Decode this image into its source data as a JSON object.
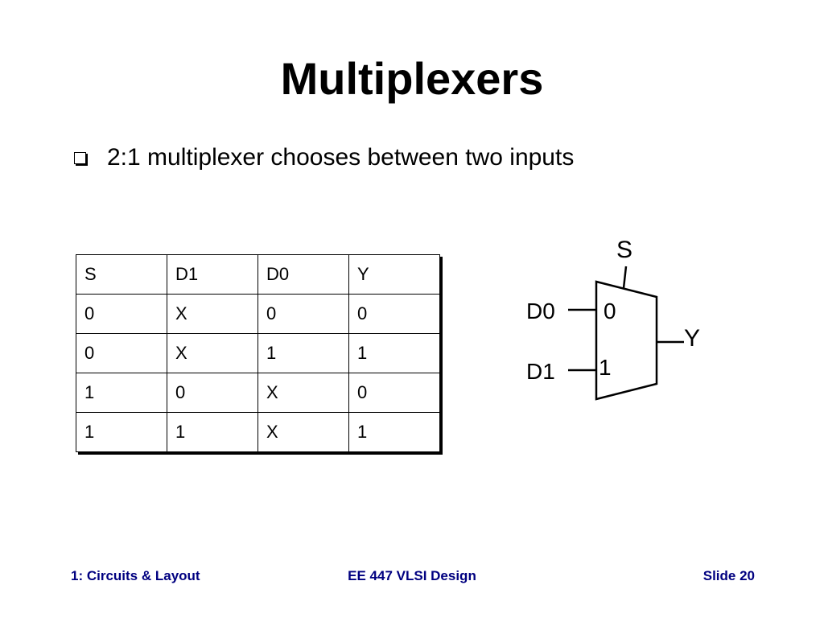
{
  "slide": {
    "title": "Multiplexers",
    "bullet": "2:1 multiplexer chooses between two inputs"
  },
  "truth_table": {
    "headers": [
      "S",
      "D1",
      "D0",
      "Y"
    ],
    "rows": [
      [
        "0",
        "X",
        "0",
        "0"
      ],
      [
        "0",
        "X",
        "1",
        "1"
      ],
      [
        "1",
        "0",
        "X",
        "0"
      ],
      [
        "1",
        "1",
        "X",
        "1"
      ]
    ]
  },
  "mux_diagram": {
    "select_label": "S",
    "input0_label": "D0",
    "input1_label": "D1",
    "input0_port": "0",
    "input1_port": "1",
    "output_label": "Y"
  },
  "footer": {
    "left": "1: Circuits & Layout",
    "center": "EE 447 VLSI Design",
    "right": "Slide 20"
  },
  "colors": {
    "footer_text": "#000080",
    "background": "#ffffff",
    "text": "#000000"
  }
}
